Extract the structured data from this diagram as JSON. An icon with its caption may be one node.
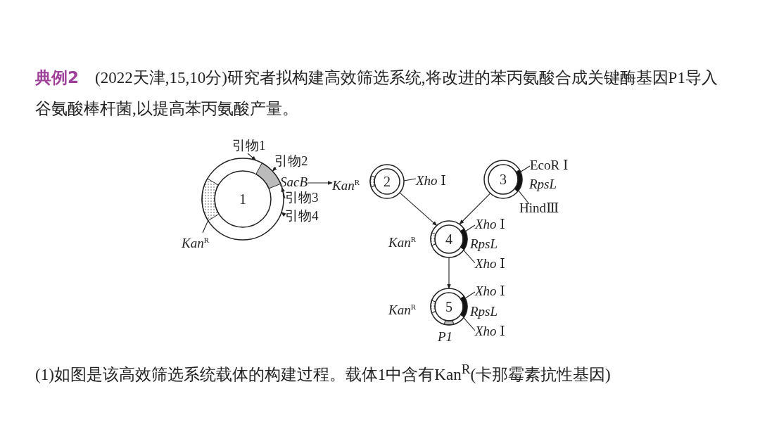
{
  "diagram": {
    "title": "**典例2**　(2022天津,15,10分)研究者拟构建高效筛选系统,将改进的苯丙氨酸合成关键酶基因P1导入谷氨酸棒杆菌,以提高苯丙氨酸产量。",
    "caption": "(1)如图是该高效筛选系统载体的构建过程。载体1中含有Kan$^{R}$(卡那霉素抗性基因)",
    "nodes": [
      {
        "text": [
          "1"
        ]
      },
      {
        "text": [
          "引物1"
        ]
      },
      {
        "text": [
          "引物2"
        ]
      },
      {
        "text": [
          "SacB"
        ]
      },
      {
        "text": [
          "引物3"
        ]
      },
      {
        "text": [
          "引物4"
        ]
      },
      {
        "text": [
          "*Kan*$^{R}$"
        ]
      },
      {
        "text": [
          "*Kan*$^{R}$"
        ]
      },
      {
        "text": [
          "2"
        ]
      },
      {
        "text": [
          "*Xho* Ⅰ"
        ]
      },
      {
        "text": [
          "3"
        ],
        "beside": [
          "RpsL"
        ]
      },
      {
        "text": [
          "EcoR Ⅰ"
        ]
      },
      {
        "text": [
          "HindⅢ"
        ]
      },
      {
        "text": [
          "4"
        ],
        "beside": [
          "*Kan*$^{R}$",
          "RpsL"
        ]
      },
      {
        "text": [
          "*Xho* Ⅰ"
        ]
      },
      {
        "text": [
          "*Xho* Ⅰ"
        ]
      },
      {
        "text": [
          "5"
        ],
        "beside": [
          "*Kan*$^{R}$",
          "RpsL",
          "P1"
        ]
      },
      {
        "text": [
          "*Xho* Ⅰ"
        ]
      },
      {
        "text": [
          "*Xho* Ⅰ"
        ]
      }
    ],
    "edges": [
      {
        "from": 1,
        "to": 0,
        "arrow": "to"
      },
      {
        "from": 2,
        "to": 0,
        "arrow": "to"
      },
      {
        "from": 4,
        "to": 0,
        "arrow": "to"
      },
      {
        "from": 5,
        "to": 0,
        "arrow": "to"
      },
      {
        "from": 6,
        "to": 0,
        "arrow": "none"
      },
      {
        "from": 3,
        "to": 7,
        "arrow": "to"
      },
      {
        "from": 9,
        "to": 8,
        "arrow": "none"
      },
      {
        "from": 11,
        "to": 10,
        "arrow": "none"
      },
      {
        "from": 12,
        "to": 10,
        "arrow": "none"
      },
      {
        "from": 8,
        "to": 13,
        "arrow": "to"
      },
      {
        "from": 10,
        "to": 13,
        "arrow": "to"
      },
      {
        "from": 14,
        "to": 13,
        "arrow": "none"
      },
      {
        "from": 15,
        "to": 13,
        "arrow": "none"
      },
      {
        "from": 13,
        "to": 16,
        "arrow": "to"
      },
      {
        "from": 17,
        "to": 16,
        "arrow": "none"
      },
      {
        "from": 18,
        "to": 16,
        "arrow": "none"
      }
    ]
  }
}
